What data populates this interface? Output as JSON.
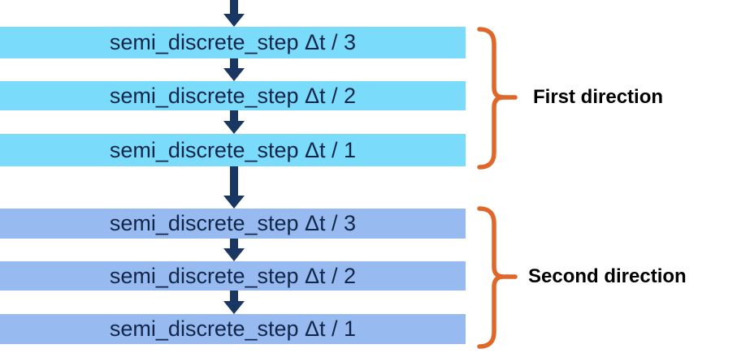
{
  "diagram": {
    "colors": {
      "first_direction_box": "#7bdbfa",
      "second_direction_box": "#97bbf0",
      "arrow": "#1a3764",
      "box_text": "#13264a",
      "bracket": "#e0672a",
      "label_text": "#000000",
      "background": "#ffffff"
    },
    "sections": [
      {
        "label": "First direction",
        "boxes": [
          {
            "label": "semi_discrete_step Δt / 3"
          },
          {
            "label": "semi_discrete_step Δt / 2"
          },
          {
            "label": "semi_discrete_step Δt / 1"
          }
        ]
      },
      {
        "label": "Second direction",
        "boxes": [
          {
            "label": "semi_discrete_step Δt / 3"
          },
          {
            "label": "semi_discrete_step Δt / 2"
          },
          {
            "label": "semi_discrete_step Δt / 1"
          }
        ]
      }
    ]
  }
}
